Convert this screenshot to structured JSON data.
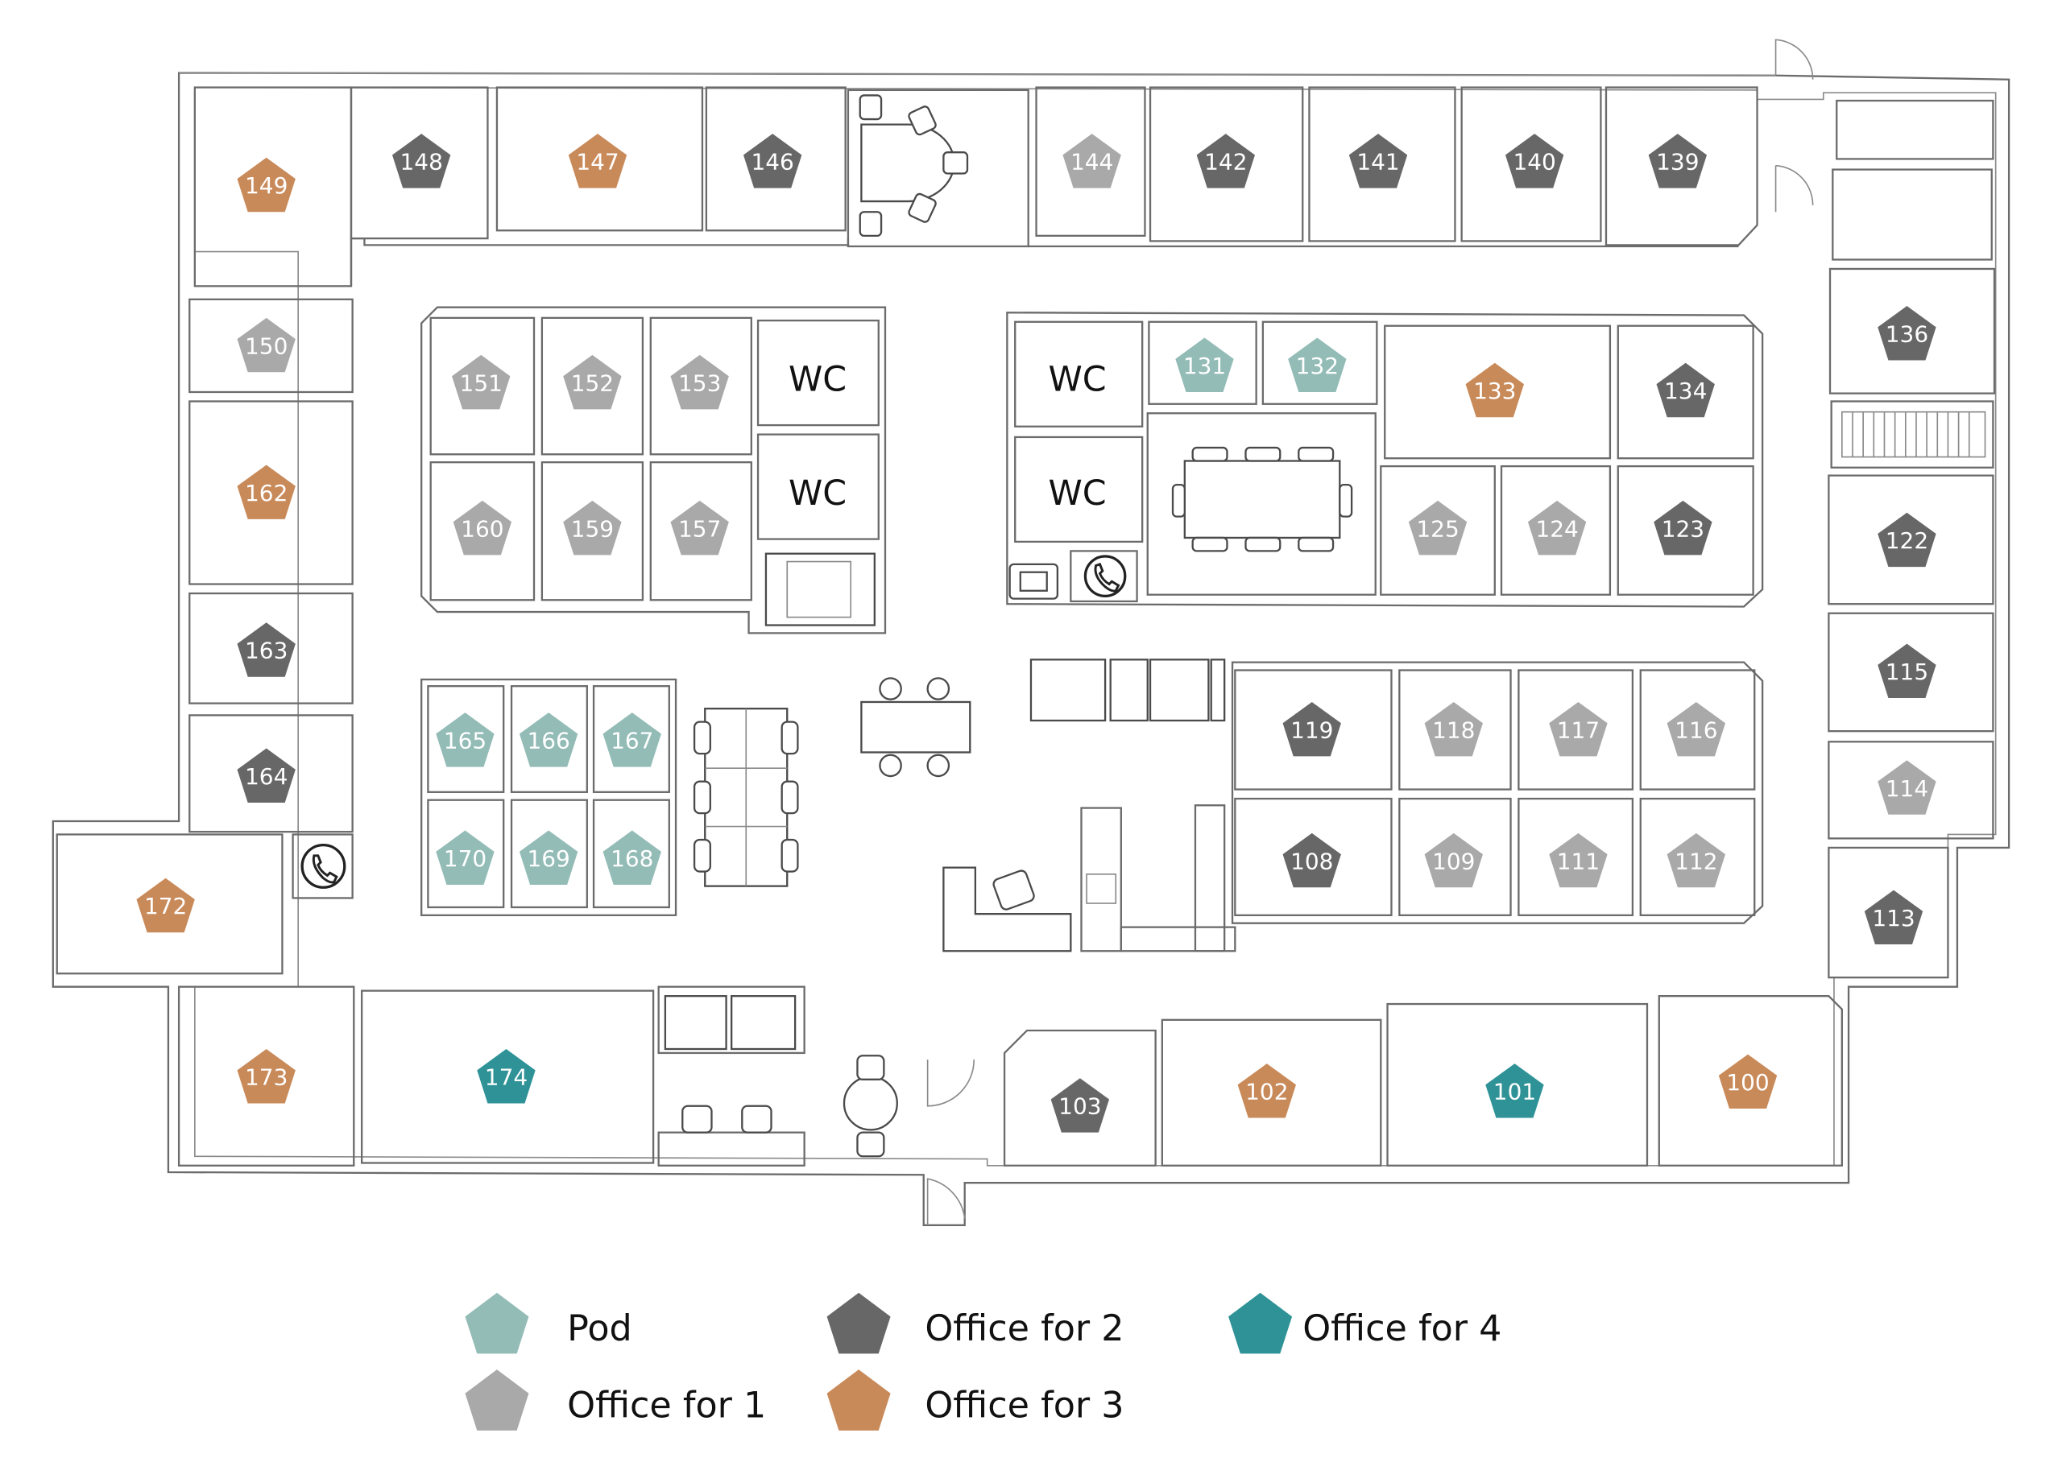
{
  "colors": {
    "pod": "#93bcb7",
    "office_1": "#a9a9a9",
    "office_2": "#676767",
    "office_3": "#c98a5a",
    "office_4": "#2e9297",
    "wall": "#6b6b6b"
  },
  "wc_labels": [
    "WC",
    "WC",
    "WC",
    "WC"
  ],
  "rooms": [
    {
      "id": "149",
      "type": "office_3"
    },
    {
      "id": "148",
      "type": "office_2"
    },
    {
      "id": "147",
      "type": "office_3"
    },
    {
      "id": "146",
      "type": "office_2"
    },
    {
      "id": "144",
      "type": "office_1"
    },
    {
      "id": "142",
      "type": "office_2"
    },
    {
      "id": "141",
      "type": "office_2"
    },
    {
      "id": "140",
      "type": "office_2"
    },
    {
      "id": "139",
      "type": "office_2"
    },
    {
      "id": "150",
      "type": "office_1"
    },
    {
      "id": "151",
      "type": "office_1"
    },
    {
      "id": "152",
      "type": "office_1"
    },
    {
      "id": "153",
      "type": "office_1"
    },
    {
      "id": "160",
      "type": "office_1"
    },
    {
      "id": "159",
      "type": "office_1"
    },
    {
      "id": "157",
      "type": "office_1"
    },
    {
      "id": "131",
      "type": "pod"
    },
    {
      "id": "132",
      "type": "pod"
    },
    {
      "id": "133",
      "type": "office_3"
    },
    {
      "id": "134",
      "type": "office_2"
    },
    {
      "id": "125",
      "type": "office_1"
    },
    {
      "id": "124",
      "type": "office_1"
    },
    {
      "id": "123",
      "type": "office_2"
    },
    {
      "id": "136",
      "type": "office_2"
    },
    {
      "id": "162",
      "type": "office_3"
    },
    {
      "id": "122",
      "type": "office_2"
    },
    {
      "id": "163",
      "type": "office_2"
    },
    {
      "id": "115",
      "type": "office_2"
    },
    {
      "id": "165",
      "type": "pod"
    },
    {
      "id": "166",
      "type": "pod"
    },
    {
      "id": "167",
      "type": "pod"
    },
    {
      "id": "119",
      "type": "office_2"
    },
    {
      "id": "118",
      "type": "office_1"
    },
    {
      "id": "117",
      "type": "office_1"
    },
    {
      "id": "116",
      "type": "office_1"
    },
    {
      "id": "164",
      "type": "office_2"
    },
    {
      "id": "114",
      "type": "office_1"
    },
    {
      "id": "170",
      "type": "pod"
    },
    {
      "id": "169",
      "type": "pod"
    },
    {
      "id": "168",
      "type": "pod"
    },
    {
      "id": "108",
      "type": "office_2"
    },
    {
      "id": "109",
      "type": "office_1"
    },
    {
      "id": "111",
      "type": "office_1"
    },
    {
      "id": "112",
      "type": "office_1"
    },
    {
      "id": "172",
      "type": "office_3"
    },
    {
      "id": "113",
      "type": "office_2"
    },
    {
      "id": "173",
      "type": "office_3"
    },
    {
      "id": "174",
      "type": "office_4"
    },
    {
      "id": "103",
      "type": "office_2"
    },
    {
      "id": "102",
      "type": "office_3"
    },
    {
      "id": "101",
      "type": "office_4"
    },
    {
      "id": "100",
      "type": "office_3"
    }
  ],
  "legend": [
    {
      "label": "Pod",
      "type": "pod"
    },
    {
      "label": "Office for 2",
      "type": "office_2"
    },
    {
      "label": "Office for 4",
      "type": "office_4"
    },
    {
      "label": "Office for 1",
      "type": "office_1"
    },
    {
      "label": "Office for 3",
      "type": "office_3"
    }
  ]
}
